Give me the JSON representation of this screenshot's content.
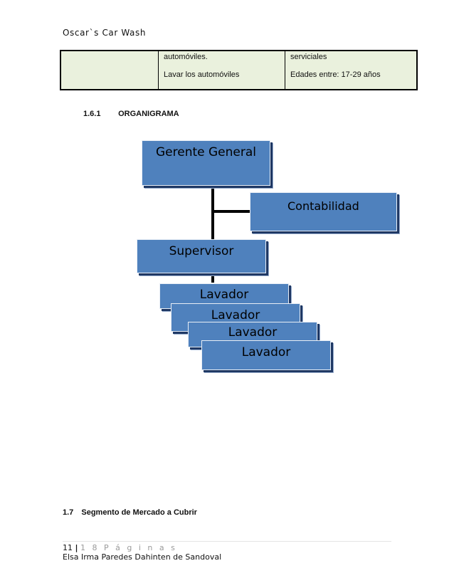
{
  "header": {
    "title": "Oscar`s Car Wash"
  },
  "table": {
    "col2": {
      "line1": "automóviles.",
      "line2": "Lavar los automóviles"
    },
    "col3": {
      "line1": "serviciales",
      "line2": "Edades entre: 17-29 años"
    },
    "background_color": "#eaf1dd"
  },
  "section_1_6_1": {
    "number": "1.6.1",
    "title": "ORGANIGRAMA"
  },
  "org_chart": {
    "box_color": "#4f81bd",
    "gerente": "Gerente General",
    "contabilidad": "Contabilidad",
    "supervisor": "Supervisor",
    "lavadores": [
      "Lavador",
      "Lavador",
      "Lavador",
      "Lavador"
    ]
  },
  "section_1_7": {
    "number": "1.7",
    "title": "Segmento de Mercado a Cubrir"
  },
  "footer": {
    "page_number": "11",
    "separator": "|",
    "pages_label": "1 8  P á g i n a s",
    "author": "Elsa Irma Paredes Dahinten de Sandoval"
  }
}
